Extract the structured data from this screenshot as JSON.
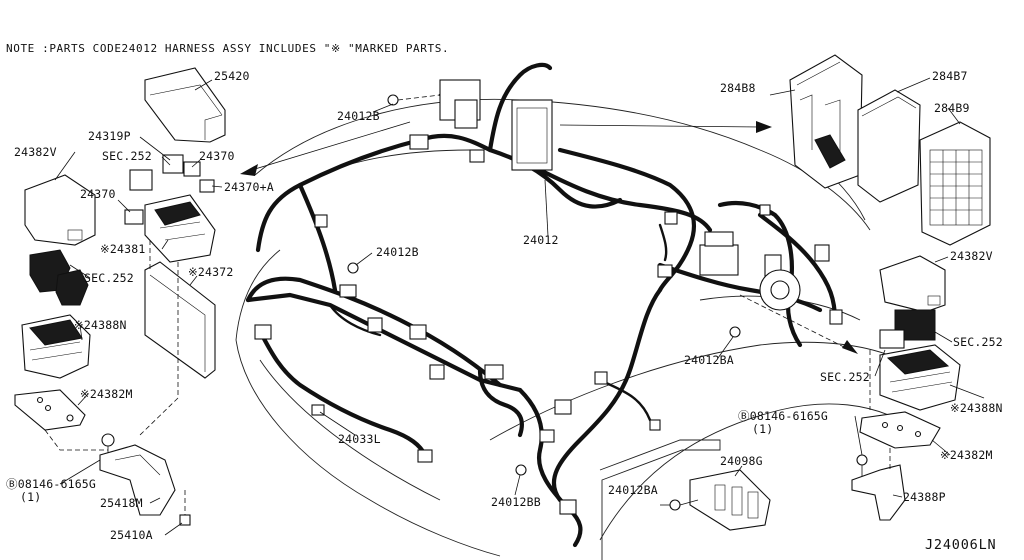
{
  "diagram": {
    "note": "NOTE :PARTS CODE24012 HARNESS ASSY INCLUDES \"※ \"MARKED PARTS.",
    "drawing_code": "J24006LN",
    "labels": {
      "p25420": "25420",
      "p24319p": "24319P",
      "p24382v_left": "24382V",
      "sec252_left_top": "SEC.252",
      "p24370_right": "24370",
      "p24370a": "24370+A",
      "p24370_left": "24370",
      "p24381": "※24381",
      "sec252_left_mid": "SEC.252",
      "p24372": "※24372",
      "p24388n_left": "※24388N",
      "p24382m_left": "※24382M",
      "bolt_left": "Ⓑ08146-6165G",
      "bolt_left_qty": "(1)",
      "p25418m": "25418M",
      "p25410a": "25410A",
      "p24012b_top": "24012B",
      "p24012b_mid": "24012B",
      "p24012": "24012",
      "p24033l": "24033L",
      "p24012bb": "24012BB",
      "p24012ba_mid": "24012BA",
      "p24012ba_bottom": "24012BA",
      "p24098g": "24098G",
      "p284b8": "284B8",
      "p284b7": "284B7",
      "p284b9": "284B9",
      "p24382v_right": "24382V",
      "sec252_right": "SEC.252",
      "sec252_right_low": "SEC.252",
      "p24388n_right": "※24388N",
      "bolt_right": "Ⓑ08146-6165G",
      "bolt_right_qty": "(1)",
      "p24382m_right": "※24382M",
      "p24388p": "24388P"
    }
  }
}
